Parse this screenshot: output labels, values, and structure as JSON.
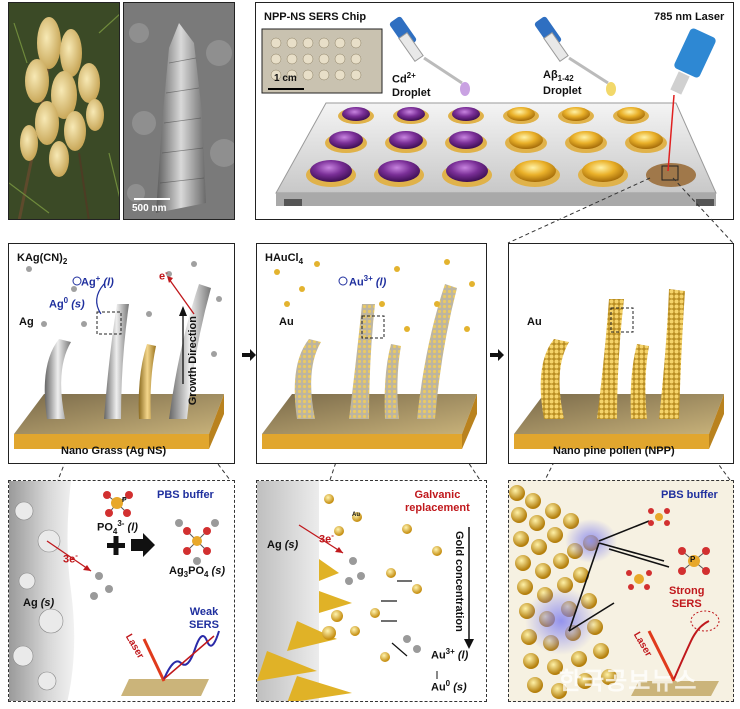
{
  "photo": {
    "scale_text": ""
  },
  "sem": {
    "scale_text": "500 nm"
  },
  "chip": {
    "title": "NPP-NS SERS Chip",
    "inset_scale": "1 cm",
    "droplet1": "Cd",
    "droplet1_sup": "2+",
    "droplet1_line2": "Droplet",
    "droplet2": "Aβ",
    "droplet2_sub": "1-42",
    "droplet2_line2": "Droplet",
    "laser": "785 nm Laser"
  },
  "panel_ag": {
    "reagent": "KAg(CN)",
    "reagent_sub": "2",
    "ion": "Ag",
    "ion_sup": "+",
    "ion_state": "(l)",
    "metal": "Ag",
    "metal_sup": "0",
    "metal_state": "(s)",
    "electron": "e",
    "electron_sup": "-",
    "material": "Ag",
    "growth": "Growth",
    "direction": "Direction",
    "caption": "Nano Grass (Ag NS)"
  },
  "panel_au": {
    "reagent": "HAuCl",
    "reagent_sub": "4",
    "ion": "Au",
    "ion_sup": "3+",
    "ion_state": "(l)",
    "material": "Au"
  },
  "panel_npp": {
    "material": "Au",
    "caption": "Nano pine pollen (NPP)"
  },
  "zoom1": {
    "buffer": "PBS buffer",
    "phosphate": "PO",
    "phosphate_sub": "4",
    "phosphate_sup": "3-",
    "phosphate_state": "(l)",
    "electrons": "3e",
    "electrons_sup": "-",
    "ag_label": "Ag",
    "ag_state": "(s)",
    "product": "Ag",
    "product_sub1": "3",
    "product_mid": "PO",
    "product_sub2": "4",
    "product_state": "(s)",
    "laser": "Laser",
    "weak": "Weak",
    "sers": "SERS",
    "p_atom": "P"
  },
  "zoom2": {
    "galvanic": "Galvanic",
    "replacement": "replacement",
    "gold_conc": "Gold concentration",
    "ag_label": "Ag",
    "ag_state": "(s)",
    "electrons": "3e",
    "electrons_sup": "-",
    "au3": "Au",
    "au3_sup": "3+",
    "au3_state": "(l)",
    "au0": "Au",
    "au0_sup": "0",
    "au0_state": "(s)",
    "particle_label": "Au"
  },
  "zoom3": {
    "buffer": "PBS buffer",
    "strong": "Strong",
    "sers": "SERS",
    "laser": "Laser",
    "p_atom": "P"
  },
  "watermark": "한국공보뉴스",
  "colors": {
    "gold": "#d9a82c",
    "silver": "#a8a8a8",
    "purple": "#6a2c86",
    "blue_text": "#1f2f9e",
    "red_text": "#c0181c"
  }
}
